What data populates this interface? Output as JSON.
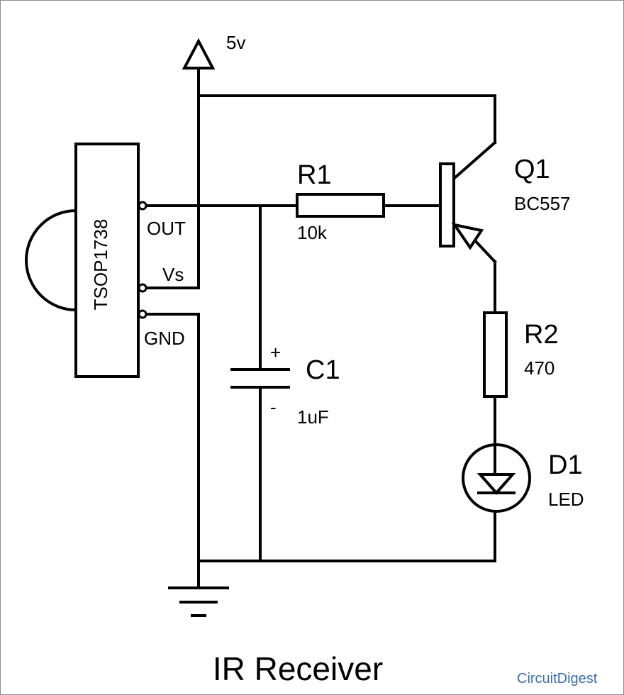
{
  "supply": {
    "label": "5v"
  },
  "sensor": {
    "part": "TSOP1738",
    "pins": {
      "out": "OUT",
      "vs": "Vs",
      "gnd": "GND"
    }
  },
  "r1": {
    "name": "R1",
    "value": "10k"
  },
  "q1": {
    "name": "Q1",
    "part": "BC557"
  },
  "r2": {
    "name": "R2",
    "value": "470"
  },
  "c1": {
    "name": "C1",
    "value": "1uF",
    "plus": "+",
    "minus": "-"
  },
  "d1": {
    "name": "D1",
    "part": "LED"
  },
  "caption": "IR Receiver",
  "brand": {
    "prefix": "Circuit",
    "suffix": "Digest"
  },
  "colors": {
    "line": "#000000",
    "brand": "#3a6fb0"
  }
}
